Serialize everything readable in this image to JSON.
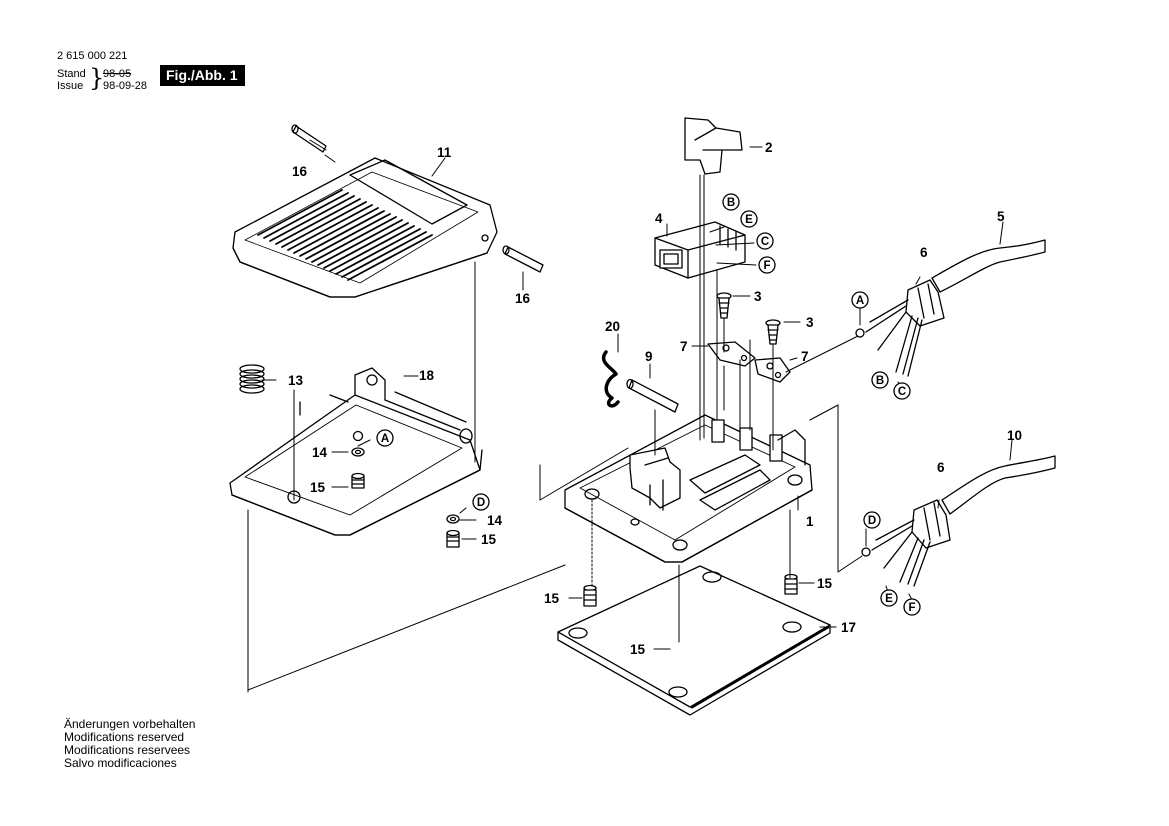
{
  "header": {
    "doc_number": "2 615 000 221",
    "stand_label": "Stand",
    "issue_label": "Issue",
    "brace": "}",
    "stand_date": "98-05",
    "issue_date": "98-09-28",
    "figure_label": "Fig./Abb. 1"
  },
  "parts": {
    "p1": "1",
    "p2": "2",
    "p3a": "3",
    "p3b": "3",
    "p4": "4",
    "p5": "5",
    "p6a": "6",
    "p6b": "6",
    "p7a": "7",
    "p7b": "7",
    "p9": "9",
    "p10": "10",
    "p11": "11",
    "p13": "13",
    "p14a": "14",
    "p14b": "14",
    "p15a": "15",
    "p15b": "15",
    "p15c": "15",
    "p15d": "15",
    "p15e": "15",
    "p16a": "16",
    "p16b": "16",
    "p17": "17",
    "p18": "18",
    "p20": "20"
  },
  "refs": {
    "switch_B": "B",
    "switch_E": "E",
    "switch_C": "C",
    "switch_F": "F",
    "cable1_A": "A",
    "cable1_B": "B",
    "cable1_C": "C",
    "cable2_D": "D",
    "cable2_E": "E",
    "cable2_F": "F",
    "base_A": "A",
    "base_D": "D"
  },
  "footer": {
    "line1": "Änderungen vorbehalten",
    "line2": "Modifications reserved",
    "line3": "Modifications reservees",
    "line4": "Salvo modificaciones"
  }
}
